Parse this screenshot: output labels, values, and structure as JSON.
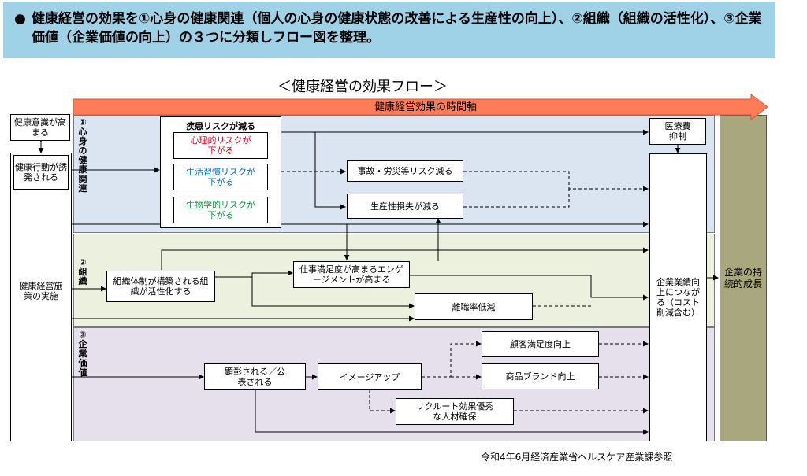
{
  "header": {
    "bullet": "●",
    "text": "健康経営の効果を①心身の健康関連（個人の心身の健康状態の改善による生産性の向上）、②組織（組織の活性化）、③企業価値（企業価値の向上）の３つに分類しフロー図を整理。"
  },
  "diagram": {
    "title": "＜健康経営の効果フロー＞",
    "timeline": "健康経営効果の時間軸",
    "left": {
      "awareness": "健康意識が高まる",
      "behavior": "健康行動が誘発される",
      "implementation": "健康経営施策の実施"
    },
    "sections": {
      "s1": "①心身の健康関連",
      "s2": "②組織",
      "s3": "③企業価値"
    },
    "s1": {
      "disease_risk": "疾患リスクが減る",
      "mental": "心理的リスクが下がる",
      "lifestyle": "生活習慣リスクが下がる",
      "biological": "生物学的リスクが下がる",
      "accident": "事故・労災等リスク減る",
      "productivity": "生産性損失が減る",
      "medical": "医療費抑制"
    },
    "s2": {
      "org_build": "組織体制が構築される組織が活性化する",
      "satisfaction": "仕事満足度が高まるエンゲージメントが高まる",
      "turnover": "離職率低減"
    },
    "s3": {
      "publicize": "顕彰される／公表される",
      "image": "イメージアップ",
      "customer": "顧客満足度向上",
      "brand": "商品ブランド向上",
      "recruit": "リクルート効果優秀な人材確保"
    },
    "performance": "企業業績向上につながる（コスト削減含む）",
    "growth": "企業の持続的成長"
  },
  "source": "令和4年6月経済産業省ヘルスケア産業課参照",
  "colors": {
    "header_bg": "#9fd1e7",
    "s1_bg": "#dbe5f1",
    "s2_bg": "#ebf1de",
    "s3_bg": "#e6e0ec",
    "growth_bg": "#a8a77e",
    "timeline_arrow": "#ff7c59",
    "risk_red": "#e6001e",
    "risk_blue": "#0070c0",
    "risk_green": "#00a040"
  }
}
